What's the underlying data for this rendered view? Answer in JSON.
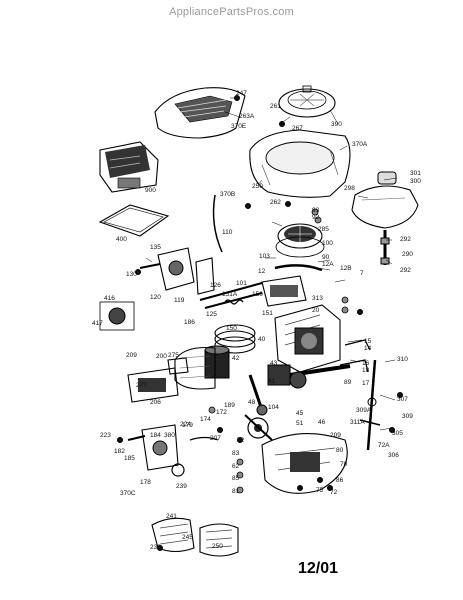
{
  "header": {
    "site": "AppliancePartsPros.com"
  },
  "footer": {
    "date_code": "12/01"
  },
  "diagram": {
    "labels": [
      {
        "text": "247"
      },
      {
        "text": "263A"
      },
      {
        "text": "370E"
      },
      {
        "text": "261"
      },
      {
        "text": "267"
      },
      {
        "text": "390"
      },
      {
        "text": "370A"
      },
      {
        "text": "250"
      },
      {
        "text": "370B"
      },
      {
        "text": "900"
      },
      {
        "text": "400"
      },
      {
        "text": "110"
      },
      {
        "text": "301"
      },
      {
        "text": "300"
      },
      {
        "text": "298"
      },
      {
        "text": "262"
      },
      {
        "text": "93"
      },
      {
        "text": "92"
      },
      {
        "text": "285"
      },
      {
        "text": "292"
      },
      {
        "text": "290"
      },
      {
        "text": "292"
      },
      {
        "text": "135"
      },
      {
        "text": "130"
      },
      {
        "text": "120"
      },
      {
        "text": "119"
      },
      {
        "text": "100"
      },
      {
        "text": "103"
      },
      {
        "text": "90"
      },
      {
        "text": "12A"
      },
      {
        "text": "12"
      },
      {
        "text": "12B"
      },
      {
        "text": "7"
      },
      {
        "text": "101"
      },
      {
        "text": "151A"
      },
      {
        "text": "150"
      },
      {
        "text": "126"
      },
      {
        "text": "125"
      },
      {
        "text": "313"
      },
      {
        "text": "20"
      },
      {
        "text": "416"
      },
      {
        "text": "417"
      },
      {
        "text": "186"
      },
      {
        "text": "151"
      },
      {
        "text": "150"
      },
      {
        "text": "40"
      },
      {
        "text": "42"
      },
      {
        "text": "209"
      },
      {
        "text": "200"
      },
      {
        "text": "275"
      },
      {
        "text": "15"
      },
      {
        "text": "14"
      },
      {
        "text": "16"
      },
      {
        "text": "310"
      },
      {
        "text": "277"
      },
      {
        "text": "206"
      },
      {
        "text": "43"
      },
      {
        "text": "41"
      },
      {
        "text": "89"
      },
      {
        "text": "18"
      },
      {
        "text": "17"
      },
      {
        "text": "307"
      },
      {
        "text": "48"
      },
      {
        "text": "104"
      },
      {
        "text": "189"
      },
      {
        "text": "172"
      },
      {
        "text": "174"
      },
      {
        "text": "179"
      },
      {
        "text": "45"
      },
      {
        "text": "51"
      },
      {
        "text": "46"
      },
      {
        "text": "309A"
      },
      {
        "text": "309"
      },
      {
        "text": "311A"
      },
      {
        "text": "305"
      },
      {
        "text": "223"
      },
      {
        "text": "224"
      },
      {
        "text": "184"
      },
      {
        "text": "380"
      },
      {
        "text": "207"
      },
      {
        "text": "52"
      },
      {
        "text": "83"
      },
      {
        "text": "182"
      },
      {
        "text": "185"
      },
      {
        "text": "72A"
      },
      {
        "text": "306"
      },
      {
        "text": "209"
      },
      {
        "text": "80"
      },
      {
        "text": "70"
      },
      {
        "text": "62"
      },
      {
        "text": "178"
      },
      {
        "text": "239"
      },
      {
        "text": "370C"
      },
      {
        "text": "85"
      },
      {
        "text": "86"
      },
      {
        "text": "81"
      },
      {
        "text": "75"
      },
      {
        "text": "72"
      },
      {
        "text": "241"
      },
      {
        "text": "245"
      },
      {
        "text": "250"
      },
      {
        "text": "238"
      }
    ]
  }
}
